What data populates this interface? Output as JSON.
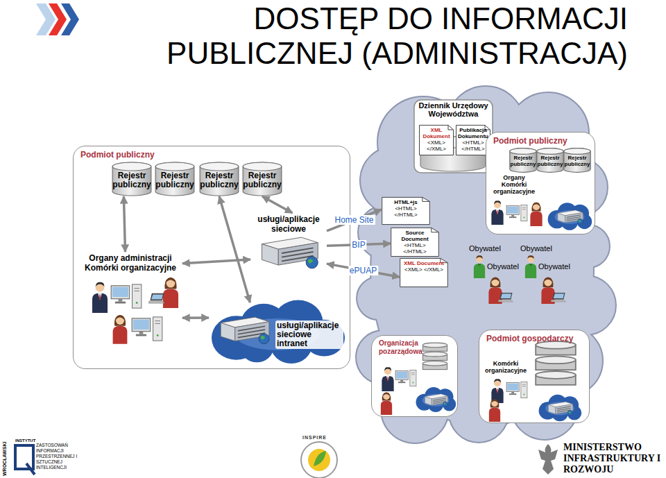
{
  "diagram": {
    "title": "DOSTĘP DO INFORMACJI PUBLICZNEJ (ADMINISTRACJA)",
    "nodes": [
      {
        "text": [
          "Podmiot publiczny"
        ]
      },
      {
        "text": [
          "Rejestr publiczny"
        ],
        "in": 0
      },
      {
        "text": [
          "Rejestr publiczny"
        ],
        "in": 0
      },
      {
        "text": [
          "Rejestr publiczny"
        ],
        "in": 0
      },
      {
        "text": [
          "Rejestr publiczny"
        ],
        "in": 0
      },
      {
        "text": [
          "usługi/aplikacje sieciowe"
        ],
        "in": 0
      },
      {
        "text": [
          "Organy administracji Komórki organizacyjne"
        ],
        "in": 0
      },
      {
        "text": [
          "usługi/aplikacje sieciowe intranet"
        ],
        "in": 0
      },
      {
        "text": [
          "Dziennik Urzędowy Województwa"
        ]
      },
      {
        "text": [
          "XML Dokument",
          "<XML> </XML>"
        ],
        "in": 8
      },
      {
        "text": [
          "Publikacja Dokumentu",
          "<HTML> </HTML>"
        ],
        "in": 8
      },
      {
        "text": [
          "Podmiot publiczny"
        ]
      },
      {
        "text": [
          "Rejestr publiczny"
        ],
        "in": 11
      },
      {
        "text": [
          "Rejestr publiczny"
        ],
        "in": 11
      },
      {
        "text": [
          "Rejestr publiczny"
        ],
        "in": 11
      },
      {
        "text": [
          "Organy Komórki organizacyjne"
        ],
        "in": 11
      },
      {
        "text": [
          "HTML+js",
          "<HTML> </HTML>"
        ]
      },
      {
        "text": [
          "Source Document",
          "<HTML> </HTML>"
        ]
      },
      {
        "text": [
          "XML Document",
          "<XML> </XML>"
        ]
      },
      {
        "text": [
          "Organizacja pozarządowa"
        ]
      },
      {
        "text": [
          "Podmiot gospodarczy"
        ]
      },
      {
        "text": [
          "Komórki organizacyjne"
        ],
        "in": 20
      }
    ],
    "edges": [
      {
        "from": 1,
        "to": 6,
        "arrow": "both"
      },
      {
        "from": 3,
        "to": 7,
        "arrow": "both"
      },
      {
        "from": 4,
        "to": 5,
        "arrow": "both"
      },
      {
        "from": 5,
        "to": 6,
        "arrow": "both"
      },
      {
        "from": 6,
        "to": 7,
        "arrow": "both"
      },
      {
        "from": 5,
        "to": 16,
        "arrow": "to",
        "label": "Home Site"
      },
      {
        "from": 5,
        "to": 17,
        "arrow": "to",
        "label": "BIP"
      },
      {
        "from": 5,
        "to": 18,
        "arrow": "both",
        "label": "ePUAP"
      }
    ],
    "labels": [
      "Obywatel",
      "Obywatel",
      "Obywatel",
      "Obywatel",
      "WROCŁAWSKI",
      "INSTYTUT",
      "ZASTOSOWAŃ INFORMACJI PRZESTRZENNEJ I SZTUCZNEJ INTELIGENCJI",
      "INSPIRE",
      "MINISTERSTWO INFRASTRUKTURY I ROZWOJU"
    ]
  }
}
